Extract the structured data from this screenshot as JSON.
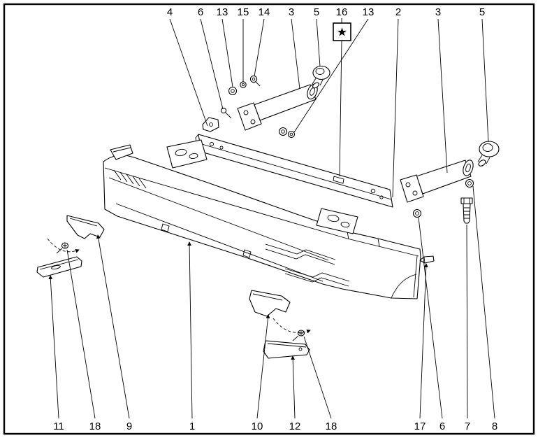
{
  "figure": {
    "note_symbol": "★",
    "callouts_top": [
      "4",
      "6",
      "13",
      "15",
      "14",
      "3",
      "5",
      "16",
      "13",
      "2",
      "3",
      "5"
    ],
    "callouts_bottom": [
      "11",
      "18",
      "9",
      "1",
      "10",
      "12",
      "18",
      "17",
      "6",
      "7",
      "8"
    ]
  }
}
